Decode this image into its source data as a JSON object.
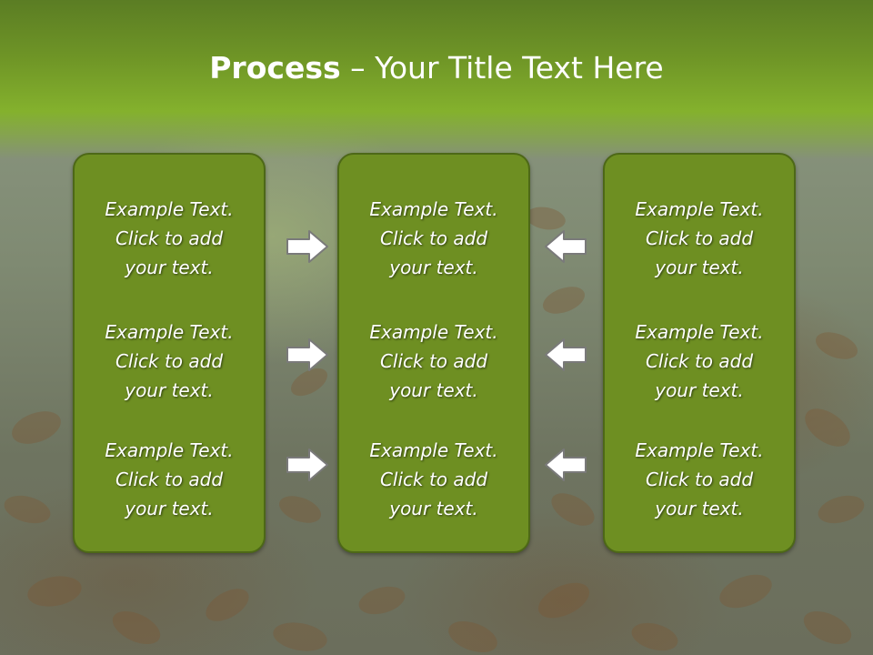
{
  "slide": {
    "title_bold": "Process",
    "title_rest": " – Your Title Text Here"
  },
  "columns": [
    {
      "items": [
        {
          "line1": "Example Text.",
          "line2": "Click  to add",
          "line3": "your text."
        },
        {
          "line1": "Example Text.",
          "line2": "Click  to add",
          "line3": "your text."
        },
        {
          "line1": "Example Text.",
          "line2": "Click  to add",
          "line3": "your text."
        }
      ]
    },
    {
      "items": [
        {
          "line1": "Example Text.",
          "line2": "Click  to add",
          "line3": "your text."
        },
        {
          "line1": "Example Text.",
          "line2": "Click  to add",
          "line3": "your text."
        },
        {
          "line1": "Example Text.",
          "line2": "Click  to add",
          "line3": "your text."
        }
      ]
    },
    {
      "items": [
        {
          "line1": "Example Text.",
          "line2": "Click  to add",
          "line3": "your text."
        },
        {
          "line1": "Example Text.",
          "line2": "Click  to add",
          "line3": "your text."
        },
        {
          "line1": "Example Text.",
          "line2": "Click  to add",
          "line3": "your text."
        }
      ]
    }
  ],
  "colors": {
    "header_green": "#84b12d",
    "box_fill": "#6e8f22",
    "box_border": "#4d6817",
    "arrow_fill": "#ffffff",
    "arrow_stroke": "#7a7a7a"
  }
}
